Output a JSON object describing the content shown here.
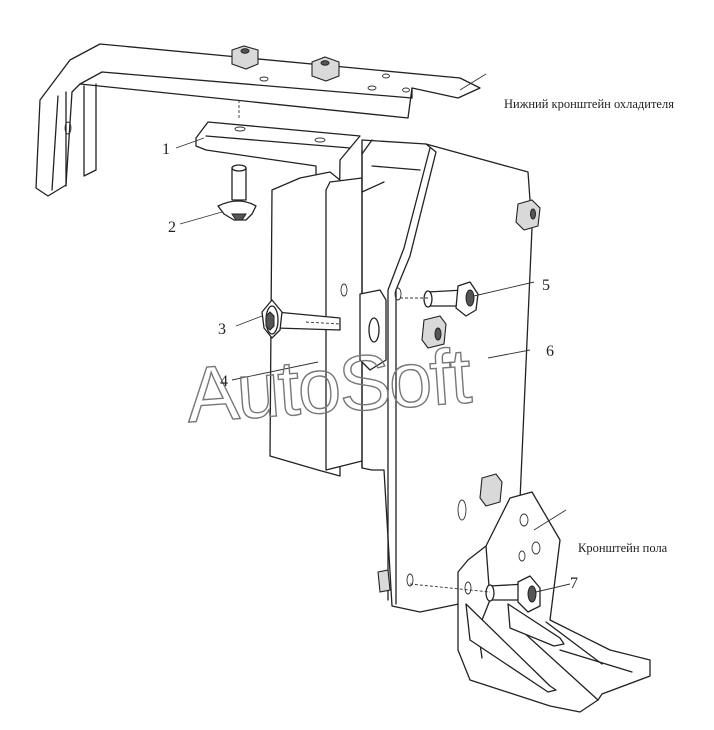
{
  "labels": {
    "p1": "1",
    "p2": "2",
    "p3": "3",
    "p4": "4",
    "p5": "5",
    "p6": "6",
    "p7": "7"
  },
  "captions": {
    "cooler_bracket": "Нижний кронштейн охладителя",
    "floor_bracket": "Кронштейн пола"
  },
  "watermark": "AutoSoft"
}
